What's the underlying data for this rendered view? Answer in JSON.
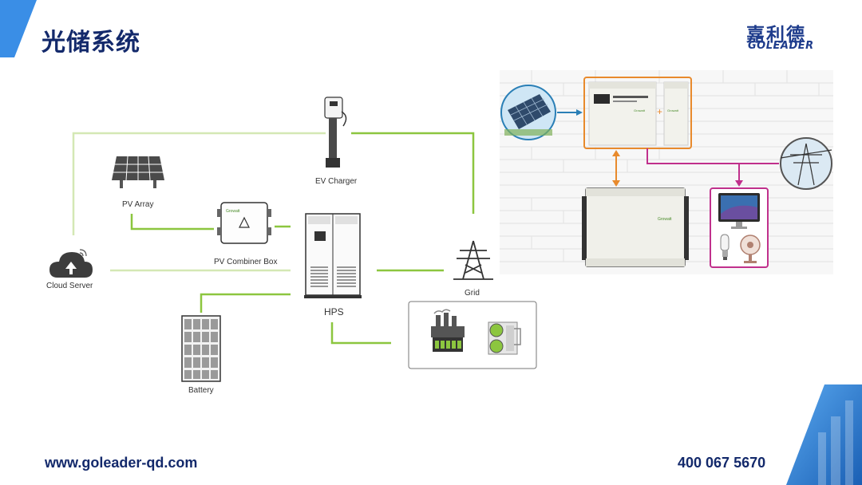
{
  "header": {
    "title": "光储系统",
    "logo_cn": "嘉利德",
    "logo_en": "GOLEADER"
  },
  "diagram": {
    "nodes": {
      "pv_array": "PV Array",
      "pv_combiner_box": "PV Combiner Box",
      "ev_charger": "EV Charger",
      "cloud_server": "Cloud Server",
      "hps": "HPS",
      "grid": "Grid",
      "battery": "Battery"
    },
    "device_brand": "Growatt"
  },
  "footer": {
    "website": "www.goleader-qd.com",
    "phone": "400 067 5670"
  },
  "colors": {
    "title": "#13296b",
    "line_green": "#8cc63f",
    "line_light_green": "#d4e8b4",
    "arrow_orange": "#e88a2c",
    "arrow_blue": "#2a7fb6",
    "arrow_magenta": "#c0308c",
    "accent_blue": "#1e88d8"
  }
}
